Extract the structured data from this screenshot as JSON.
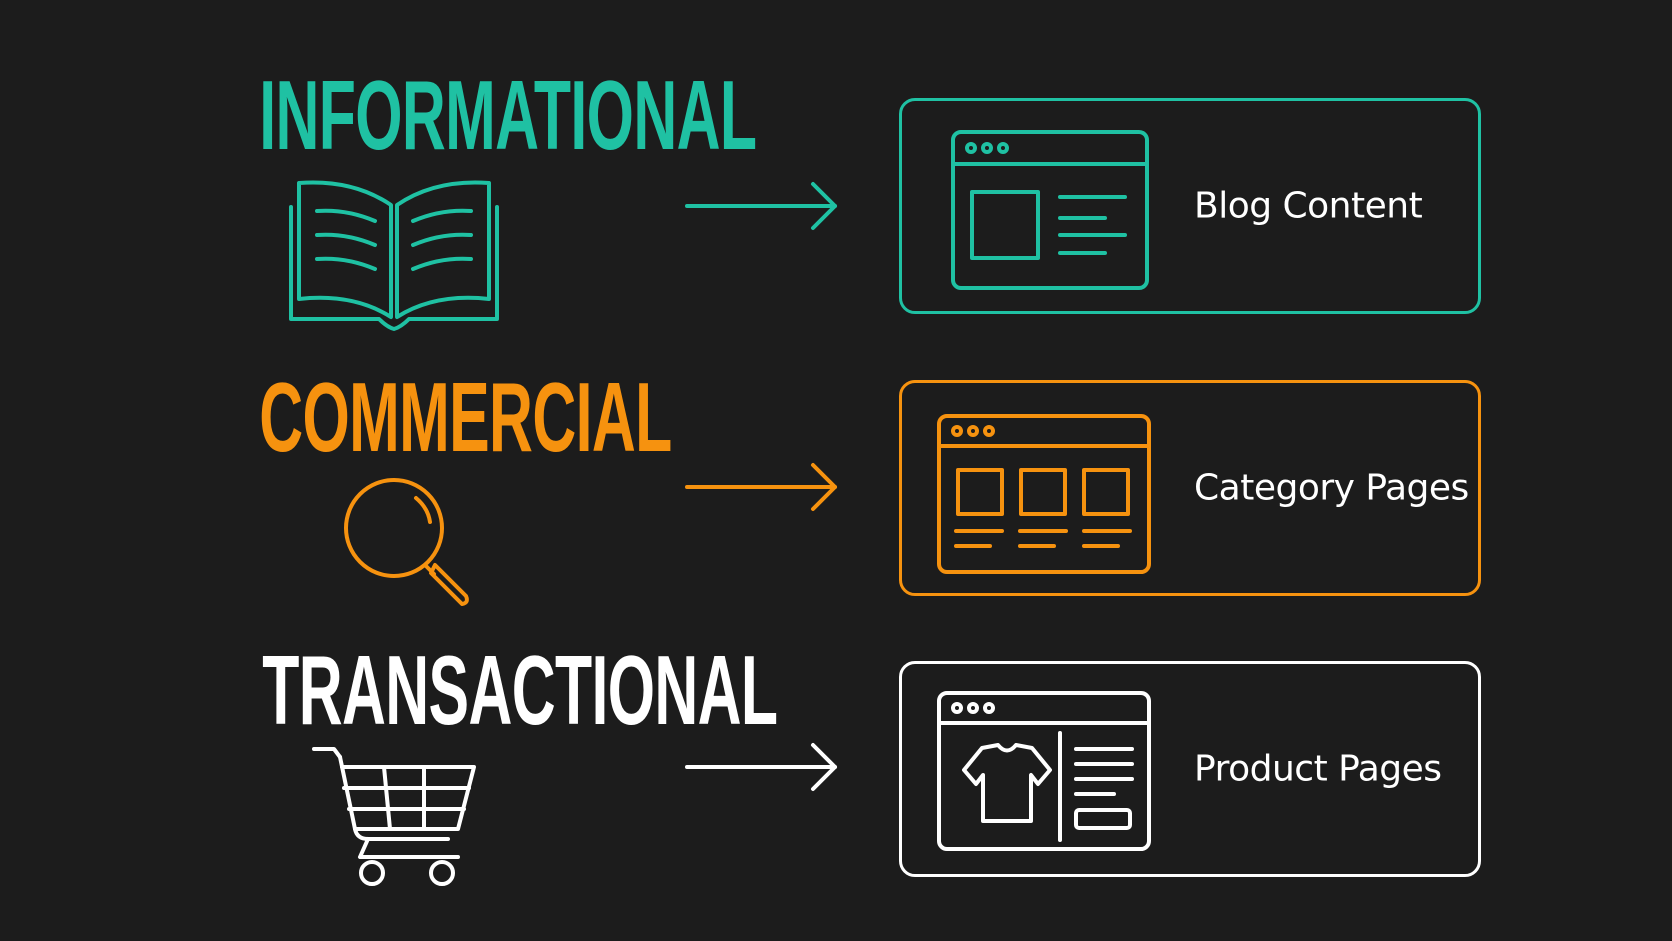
{
  "colors": {
    "background": "#1c1c1c",
    "informational": "#1fc1a3",
    "commercial": "#f6920f",
    "transactional": "#ffffff"
  },
  "intents": [
    {
      "title": "INFORMATIONAL",
      "icon": "open-book-icon",
      "page_icon": "blog-page-icon",
      "destination": "Blog Content"
    },
    {
      "title": "COMMERCIAL",
      "icon": "magnifying-glass-icon",
      "page_icon": "category-grid-page-icon",
      "destination": "Category Pages"
    },
    {
      "title": "TRANSACTIONAL",
      "icon": "shopping-cart-icon",
      "page_icon": "product-page-icon",
      "destination": "Product Pages"
    }
  ]
}
